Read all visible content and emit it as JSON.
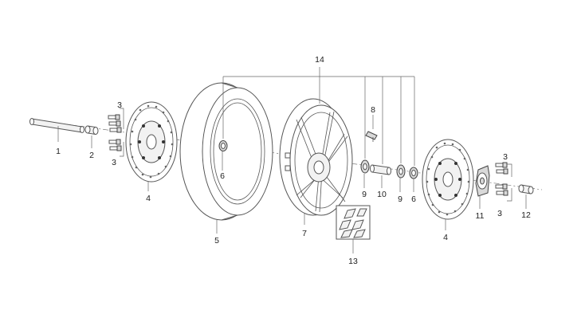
{
  "callouts": [
    {
      "id": "axle",
      "number": "1"
    },
    {
      "id": "spacer-left",
      "number": "2"
    },
    {
      "id": "bolts-left-top",
      "number": "3"
    },
    {
      "id": "bolts-left-bottom",
      "number": "3"
    },
    {
      "id": "bolts-right-top",
      "number": "3"
    },
    {
      "id": "bolts-right-bottom",
      "number": "3"
    },
    {
      "id": "brake-disc-left",
      "number": "4"
    },
    {
      "id": "brake-disc-right",
      "number": "4"
    },
    {
      "id": "tire",
      "number": "5"
    },
    {
      "id": "seal-left",
      "number": "6"
    },
    {
      "id": "seal-right",
      "number": "6"
    },
    {
      "id": "rim",
      "number": "7"
    },
    {
      "id": "valve",
      "number": "8"
    },
    {
      "id": "bearing-left",
      "number": "9"
    },
    {
      "id": "bearing-right",
      "number": "9"
    },
    {
      "id": "distance-collar",
      "number": "10"
    },
    {
      "id": "speedo-drive",
      "number": "11"
    },
    {
      "id": "spacer-right",
      "number": "12"
    },
    {
      "id": "balance-weights",
      "number": "13"
    },
    {
      "id": "wheel-assembly",
      "number": "14"
    }
  ]
}
